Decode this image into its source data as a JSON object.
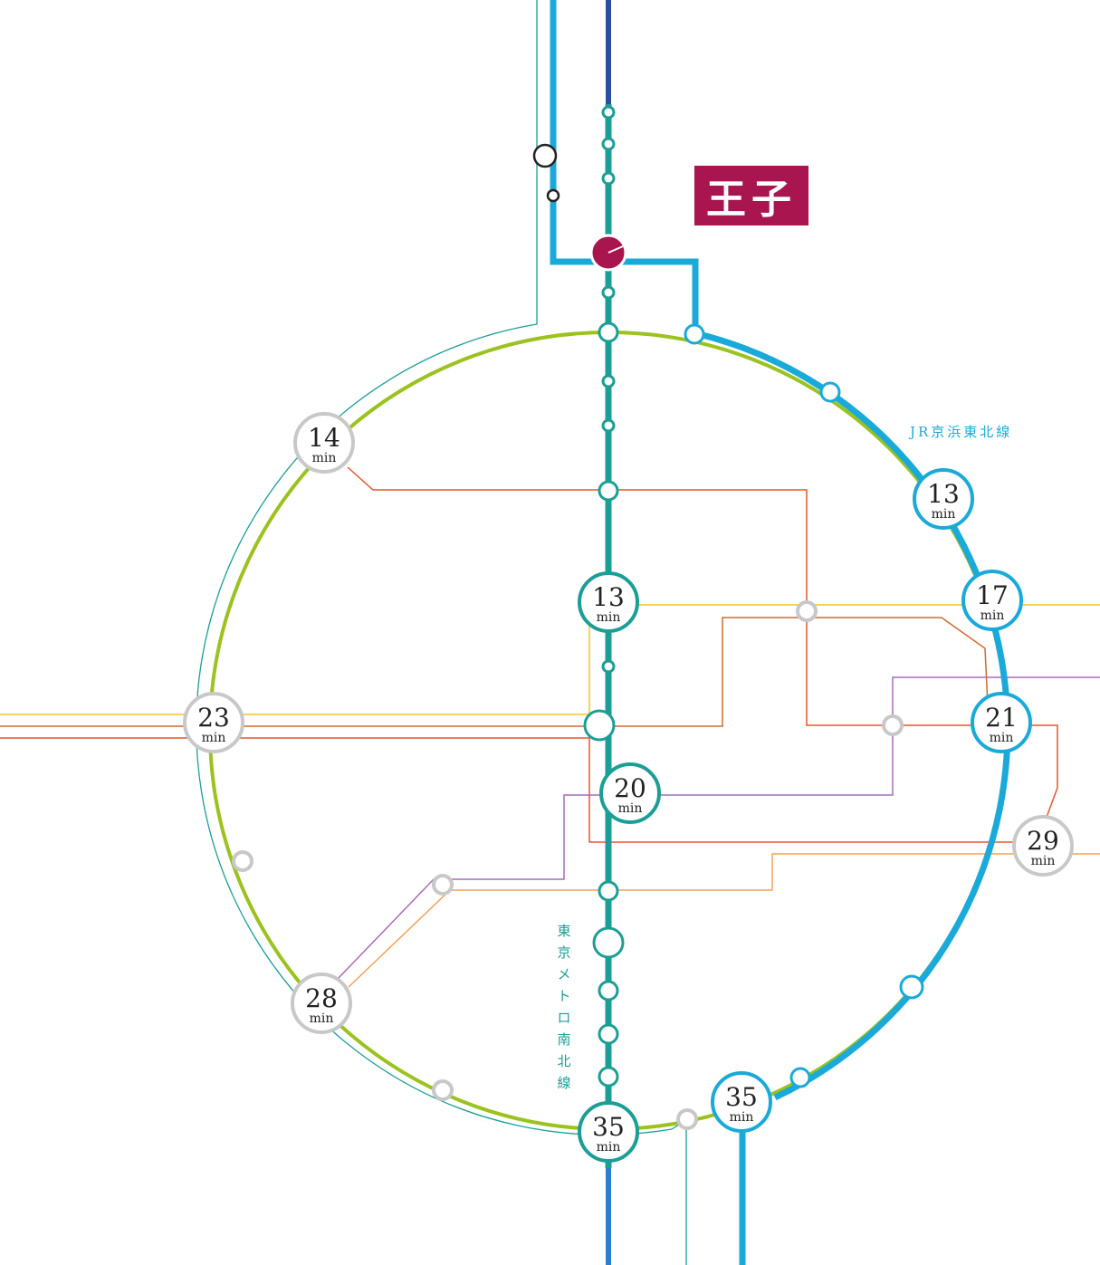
{
  "origin_station": {
    "name": "王子",
    "color": "#a8154f"
  },
  "line_labels": {
    "jr_keihin_tohoku": "JR京浜東北線",
    "tokyo_metro_namboku": "東京メトロ南北線"
  },
  "colors": {
    "jr_blue": "#1aaad9",
    "namboku_teal": "#1a9e96",
    "yamanote_green": "#9bc21f",
    "navy": "#2a4ea0",
    "orange_red": "#e8552a",
    "brown_orange": "#cf6a2f",
    "yellow": "#f2c428",
    "purple": "#a56cb8",
    "light_orange": "#f2a056",
    "gray_station": "#c8c8c8"
  },
  "time_unit": "min",
  "travel_times": [
    {
      "id": "t14",
      "value": "14",
      "ring": "gray"
    },
    {
      "id": "t13a",
      "value": "13",
      "ring": "blue"
    },
    {
      "id": "t13b",
      "value": "13",
      "ring": "teal"
    },
    {
      "id": "t17",
      "value": "17",
      "ring": "blue"
    },
    {
      "id": "t23",
      "value": "23",
      "ring": "gray"
    },
    {
      "id": "t21",
      "value": "21",
      "ring": "blue"
    },
    {
      "id": "t20",
      "value": "20",
      "ring": "teal"
    },
    {
      "id": "t29",
      "value": "29",
      "ring": "gray"
    },
    {
      "id": "t28",
      "value": "28",
      "ring": "gray"
    },
    {
      "id": "t35a",
      "value": "35",
      "ring": "teal"
    },
    {
      "id": "t35b",
      "value": "35",
      "ring": "blue"
    }
  ]
}
